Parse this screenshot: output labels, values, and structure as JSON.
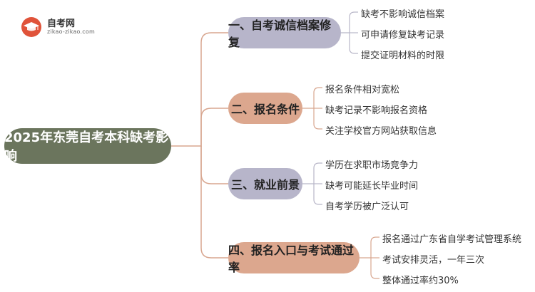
{
  "logo": {
    "name": "自考网",
    "url": "zikao-zikao.com",
    "icon": "graduation-cap-icon",
    "color": "#e0533a"
  },
  "root": {
    "label": "2025年东莞自考本科缺考影响",
    "color": "#6b755d"
  },
  "branches": [
    {
      "label": "一、自考诚信档案修复",
      "color": "#b7b5ca",
      "leaves": [
        "缺考不影响诚信档案",
        "可申请修复缺考记录",
        "提交证明材料的时限"
      ]
    },
    {
      "label": "二、报名条件",
      "color": "#dca78e",
      "leaves": [
        "报名条件相对宽松",
        "缺考记录不影响报名资格",
        "关注学校官方网站获取信息"
      ]
    },
    {
      "label": "三、就业前景",
      "color": "#b7b5ca",
      "leaves": [
        "学历在求职市场竞争力",
        "缺考可能延长毕业时间",
        "自考学历被广泛认可"
      ]
    },
    {
      "label": "四、报名入口与考试通过率",
      "color": "#dca78e",
      "leaves": [
        "报名通过广东省自学考试管理系统",
        "考试安排灵活，一年三次",
        "整体通过率约30%"
      ]
    }
  ]
}
